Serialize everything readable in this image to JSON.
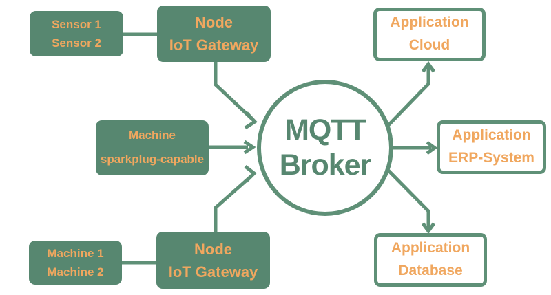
{
  "colors": {
    "green_fill": "#578770",
    "green_line": "#5F9077",
    "orange": "#F0A75F",
    "bg": "#FFFFFF"
  },
  "nodes": {
    "sensor_group": {
      "line1": "Sensor 1",
      "line2": "Sensor 2"
    },
    "gateway_top": {
      "line1": "Node",
      "line2": "IoT Gateway"
    },
    "machine_sparkplug": {
      "line1": "Machine",
      "line2": "sparkplug-capable"
    },
    "machine_group": {
      "line1": "Machine 1",
      "line2": "Machine 2"
    },
    "gateway_bottom": {
      "line1": "Node",
      "line2": "IoT Gateway"
    },
    "broker": {
      "line1": "MQTT",
      "line2": "Broker"
    },
    "app_cloud": {
      "line1": "Application",
      "line2": "Cloud"
    },
    "app_erp": {
      "line1": "Application",
      "line2": "ERP-System"
    },
    "app_database": {
      "line1": "Application",
      "line2": "Database"
    }
  },
  "edges": [
    {
      "from": "sensor_group",
      "to": "gateway_top",
      "type": "line"
    },
    {
      "from": "machine_group",
      "to": "gateway_bottom",
      "type": "line"
    },
    {
      "from": "gateway_top",
      "to": "broker",
      "type": "arrow"
    },
    {
      "from": "machine_sparkplug",
      "to": "broker",
      "type": "arrow"
    },
    {
      "from": "gateway_bottom",
      "to": "broker",
      "type": "arrow"
    },
    {
      "from": "broker",
      "to": "app_cloud",
      "type": "arrow"
    },
    {
      "from": "broker",
      "to": "app_erp",
      "type": "arrow"
    },
    {
      "from": "broker",
      "to": "app_database",
      "type": "arrow"
    }
  ]
}
